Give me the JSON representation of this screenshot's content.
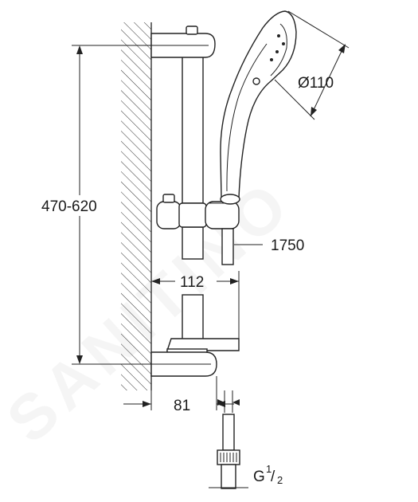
{
  "dimensions": {
    "height_range": "470-620",
    "handshower_diameter": "Ø110",
    "hose_length": "1750",
    "slider_projection": "112",
    "wall_projection": "81",
    "thread_prefix": "G",
    "thread_numerator": "1",
    "thread_denominator": "2"
  },
  "watermark": "SANITINO"
}
